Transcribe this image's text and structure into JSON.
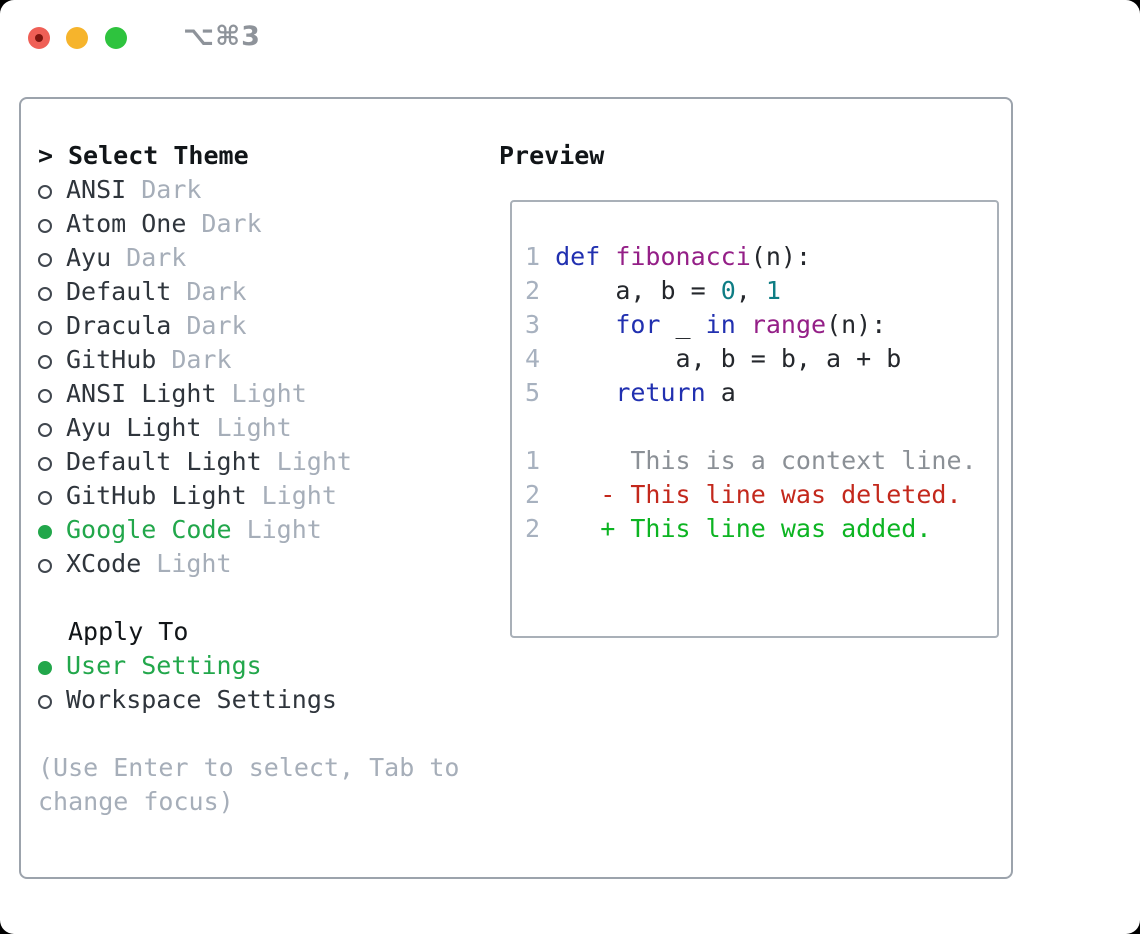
{
  "window": {
    "shortcut": "⌥⌘3",
    "traffic_lights": [
      "close",
      "minimize",
      "zoom"
    ]
  },
  "theme_panel": {
    "header": {
      "cursor": ">",
      "label": "Select Theme"
    },
    "themes": [
      {
        "name": "ANSI",
        "variant": "Dark",
        "selected": false
      },
      {
        "name": "Atom One",
        "variant": "Dark",
        "selected": false
      },
      {
        "name": "Ayu",
        "variant": "Dark",
        "selected": false
      },
      {
        "name": "Default",
        "variant": "Dark",
        "selected": false
      },
      {
        "name": "Dracula",
        "variant": "Dark",
        "selected": false
      },
      {
        "name": "GitHub",
        "variant": "Dark",
        "selected": false
      },
      {
        "name": "ANSI Light",
        "variant": "Light",
        "selected": false
      },
      {
        "name": "Ayu Light",
        "variant": "Light",
        "selected": false
      },
      {
        "name": "Default Light",
        "variant": "Light",
        "selected": false
      },
      {
        "name": "GitHub Light",
        "variant": "Light",
        "selected": false
      },
      {
        "name": "Google Code",
        "variant": "Light",
        "selected": true
      },
      {
        "name": "XCode",
        "variant": "Light",
        "selected": false
      }
    ],
    "apply_to": {
      "label": "Apply To",
      "options": [
        {
          "name": "User Settings",
          "selected": true
        },
        {
          "name": "Workspace Settings",
          "selected": false
        }
      ]
    },
    "hint_lines": [
      "(Use Enter to select, Tab to",
      "change focus)"
    ]
  },
  "preview": {
    "label": "Preview",
    "code_lines": [
      [
        [
          "num",
          "1 "
        ],
        [
          "kw",
          "def"
        ],
        [
          "pln",
          " "
        ],
        [
          "fn",
          "fibonacci"
        ],
        [
          "pln",
          "(n):"
        ]
      ],
      [
        [
          "num",
          "2 "
        ],
        [
          "pln",
          "    a, b = "
        ],
        [
          "lit",
          "0"
        ],
        [
          "pln",
          ", "
        ],
        [
          "lit",
          "1"
        ]
      ],
      [
        [
          "num",
          "3 "
        ],
        [
          "pln",
          "    "
        ],
        [
          "kw",
          "for"
        ],
        [
          "pln",
          " _ "
        ],
        [
          "kw",
          "in"
        ],
        [
          "pln",
          " "
        ],
        [
          "fn",
          "range"
        ],
        [
          "pln",
          "(n):"
        ]
      ],
      [
        [
          "num",
          "4 "
        ],
        [
          "pln",
          "        a, b = b, a + b"
        ]
      ],
      [
        [
          "num",
          "5 "
        ],
        [
          "pln",
          "    "
        ],
        [
          "kw",
          "return"
        ],
        [
          "pln",
          " a"
        ]
      ],
      [],
      [
        [
          "num",
          "1 "
        ],
        [
          "ctx",
          "     This is a context line."
        ]
      ],
      [
        [
          "num",
          "2 "
        ],
        [
          "del",
          "   - This line was deleted."
        ]
      ],
      [
        [
          "num",
          "2 "
        ],
        [
          "add",
          "   + This line was added."
        ]
      ]
    ]
  },
  "colors": {
    "selected_green": "#22a74b",
    "item_text": "#2f353c",
    "muted_text": "#a6aeb9",
    "header_text": "#111518",
    "panel_border": "#9ca3ac",
    "line_number": "#a7b1bf",
    "keyword": "#2130b0",
    "function": "#941f87",
    "literal": "#0e7d84",
    "code_plain": "#24272c",
    "diff_context": "#8b9096",
    "diff_removed": "#c3281c",
    "diff_added": "#0cb422",
    "traffic_red": "#ef5f56",
    "traffic_yellow": "#f6b42c",
    "traffic_green": "#2ec33e",
    "shortcut_text": "#8e939a"
  }
}
